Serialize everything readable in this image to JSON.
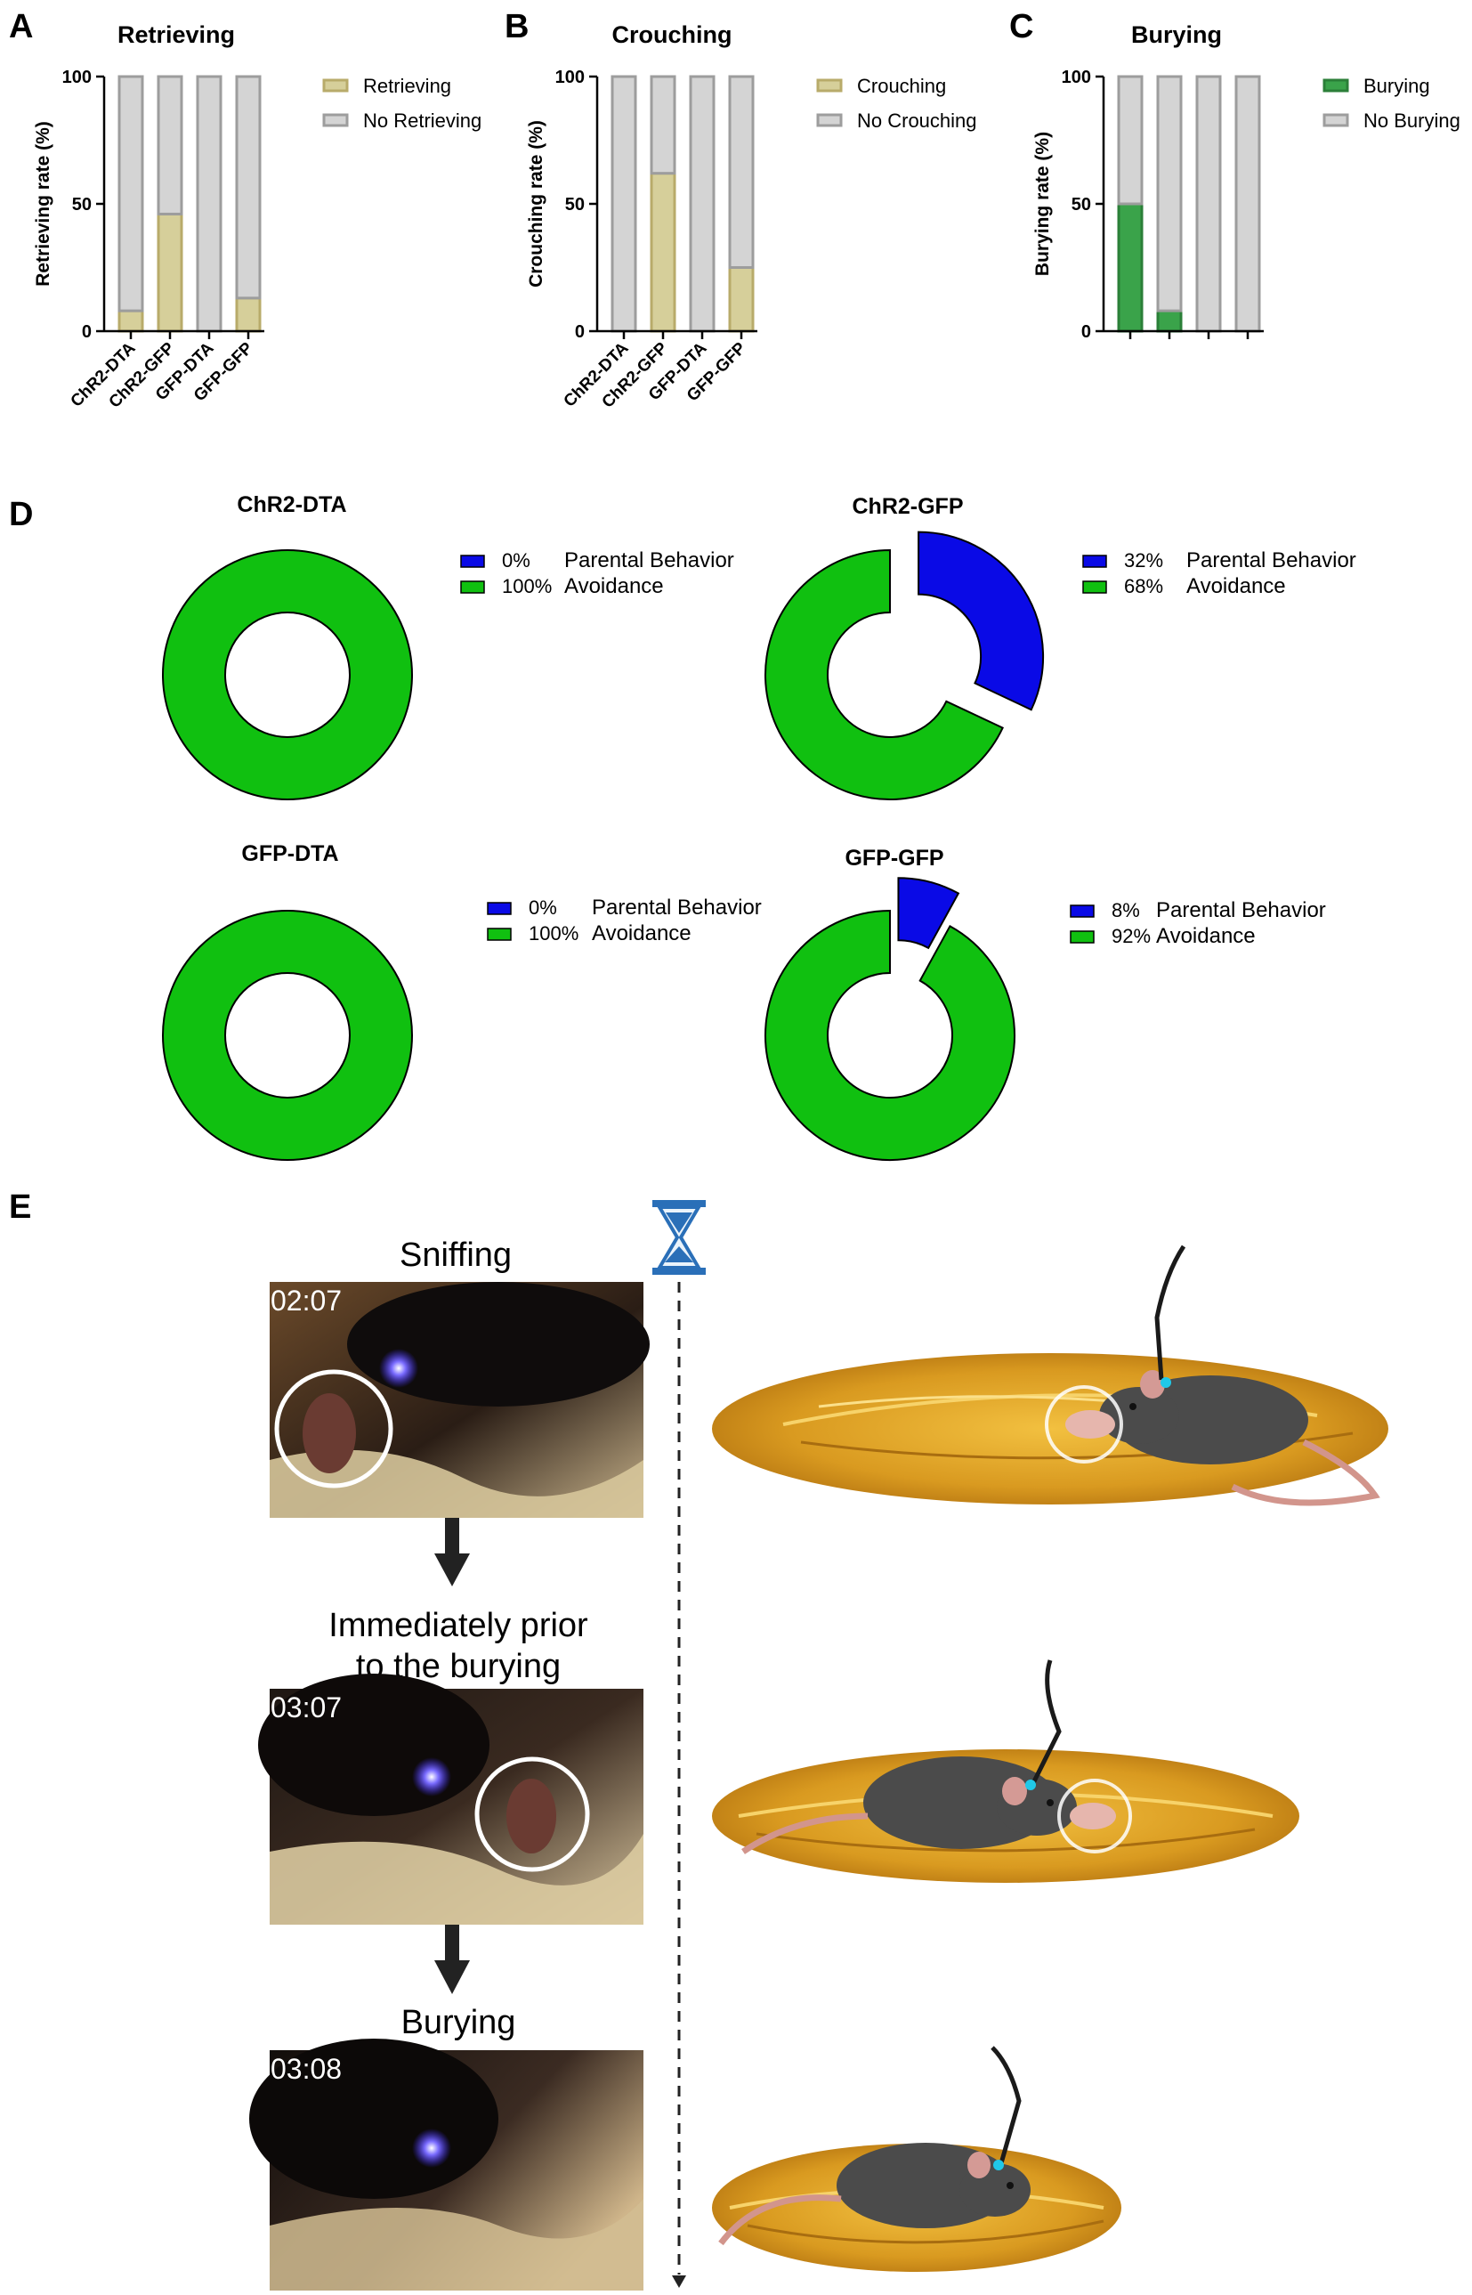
{
  "panel_letters": {
    "a": "A",
    "b": "B",
    "c": "C",
    "d": "D",
    "e": "E"
  },
  "colors": {
    "retrieving": "#d6cf9a",
    "retrieving_stroke": "#b8ab6a",
    "no_behavior": "#d4d4d4",
    "no_behavior_stroke": "#9d9d9d",
    "burying": "#3aa34a",
    "burying_stroke": "#2b7f38",
    "parental": "#0a0ae6",
    "avoidance": "#10c010",
    "outline": "#000000"
  },
  "chart_data": [
    {
      "type": "bar",
      "id": "retrieving",
      "title": "Retrieving",
      "ylabel": "Retrieving rate (%)",
      "categories": [
        "ChR2-DTA",
        "ChR2-GFP",
        "GFP-DTA",
        "GFP-GFP"
      ],
      "ylim": [
        0,
        100
      ],
      "yticks": [
        "0",
        "50",
        "100"
      ],
      "series": [
        {
          "name": "Retrieving",
          "values": [
            8,
            46,
            0,
            13
          ]
        },
        {
          "name": "No Retrieving",
          "values": [
            92,
            54,
            100,
            87
          ]
        }
      ],
      "stacked": true,
      "legend": "right"
    },
    {
      "type": "bar",
      "id": "crouching",
      "title": "Crouching",
      "ylabel": "Crouching rate (%)",
      "categories": [
        "ChR2-DTA",
        "ChR2-GFP",
        "GFP-DTA",
        "GFP-GFP"
      ],
      "ylim": [
        0,
        100
      ],
      "yticks": [
        "0",
        "50",
        "100"
      ],
      "series": [
        {
          "name": "Crouching",
          "values": [
            0,
            62,
            0,
            25
          ]
        },
        {
          "name": "No Crouching",
          "values": [
            100,
            38,
            100,
            75
          ]
        }
      ],
      "stacked": true,
      "legend": "right"
    },
    {
      "type": "bar",
      "id": "burying",
      "title": "Burying",
      "ylabel": "Burying rate (%)",
      "categories": [
        "",
        "",
        "",
        ""
      ],
      "ylim": [
        0,
        100
      ],
      "yticks": [
        "0",
        "50",
        "100"
      ],
      "series": [
        {
          "name": "Burying",
          "values": [
            50,
            8,
            0,
            0
          ]
        },
        {
          "name": "No Burying",
          "values": [
            50,
            92,
            100,
            100
          ]
        }
      ],
      "stacked": true,
      "legend": "right"
    },
    {
      "type": "pie",
      "id": "chr2-dta",
      "title": "ChR2-DTA",
      "labels": [
        "Parental Behavior",
        "Avoidance"
      ],
      "values": [
        0,
        100
      ],
      "value_labels": [
        "0%",
        "100%"
      ]
    },
    {
      "type": "pie",
      "id": "chr2-gfp",
      "title": "ChR2-GFP",
      "labels": [
        "Parental Behavior",
        "Avoidance"
      ],
      "values": [
        32,
        68
      ],
      "value_labels": [
        "32%",
        "68%"
      ]
    },
    {
      "type": "pie",
      "id": "gfp-dta",
      "title": "GFP-DTA",
      "labels": [
        "Parental Behavior",
        "Avoidance"
      ],
      "values": [
        0,
        100
      ],
      "value_labels": [
        "0%",
        "100%"
      ]
    },
    {
      "type": "pie",
      "id": "gfp-gfp",
      "title": "GFP-GFP",
      "labels": [
        "Parental Behavior",
        "Avoidance"
      ],
      "values": [
        8,
        92
      ],
      "value_labels": [
        "8%",
        "92%"
      ]
    }
  ],
  "panel_e": {
    "steps": [
      {
        "title": "Sniffing",
        "timestamp": "02:07"
      },
      {
        "title": "Immediately prior",
        "title2": "to the burying",
        "timestamp": "03:07"
      },
      {
        "title": "Burying",
        "timestamp": "03:08"
      }
    ],
    "icons": [
      "hourglass-icon",
      "down-arrow-icon"
    ]
  }
}
